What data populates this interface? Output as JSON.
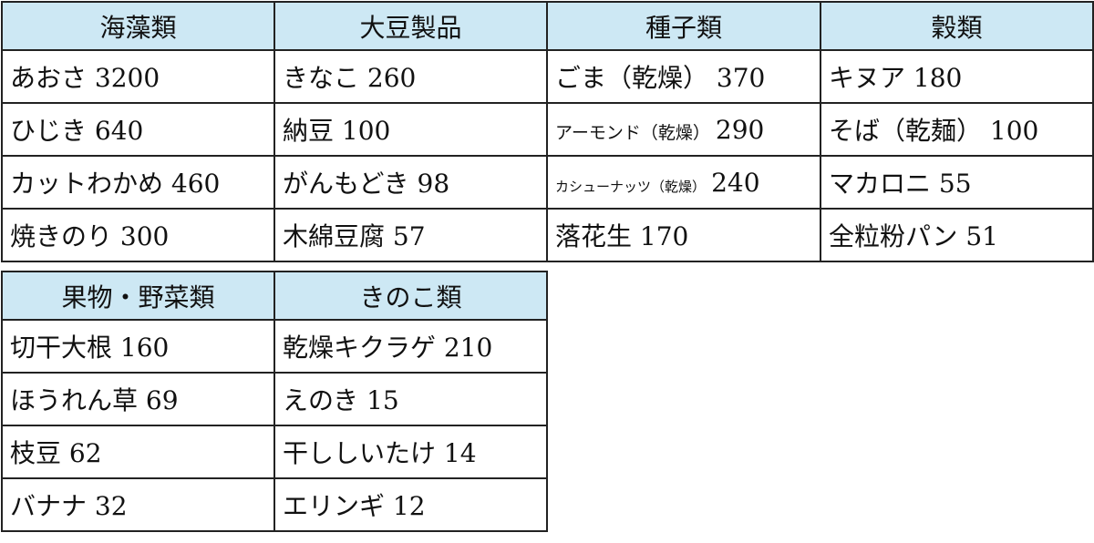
{
  "top_table": {
    "headers": [
      "海藻類",
      "大豆製品",
      "種子類",
      "穀類"
    ],
    "rows": [
      [
        {
          "name": "あおさ",
          "value": "3200"
        },
        {
          "name": "きなこ",
          "value": "260"
        },
        {
          "name": "ごま（乾燥）",
          "value": "370"
        },
        {
          "name": "キヌア",
          "value": "180"
        }
      ],
      [
        {
          "name": "ひじき",
          "value": "640"
        },
        {
          "name": "納豆",
          "value": "100"
        },
        {
          "name": "アーモンド（乾燥）",
          "value": "290"
        },
        {
          "name": "そば（乾麺）",
          "value": "100"
        }
      ],
      [
        {
          "name": "カットわかめ",
          "value": "460"
        },
        {
          "name": "がんもどき",
          "value": "98"
        },
        {
          "name": "カシューナッツ（乾燥）",
          "value": "240"
        },
        {
          "name": "マカロニ",
          "value": "55"
        }
      ],
      [
        {
          "name": "焼きのり",
          "value": "300"
        },
        {
          "name": "木綿豆腐",
          "value": "57"
        },
        {
          "name": "落花生",
          "value": "170"
        },
        {
          "name": "全粒粉パン",
          "value": "51"
        }
      ]
    ]
  },
  "bottom_table": {
    "headers": [
      "果物・野菜類",
      "きのこ類"
    ],
    "rows": [
      [
        {
          "name": "切干大根",
          "value": "160"
        },
        {
          "name": "乾燥キクラゲ",
          "value": "210"
        }
      ],
      [
        {
          "name": "ほうれん草",
          "value": "69"
        },
        {
          "name": "えのき",
          "value": "15"
        }
      ],
      [
        {
          "name": "枝豆",
          "value": "62"
        },
        {
          "name": "干ししいたけ",
          "value": "14"
        }
      ],
      [
        {
          "name": "バナナ",
          "value": "32"
        },
        {
          "name": "エリンギ",
          "value": "12"
        }
      ]
    ]
  },
  "colors": {
    "header_bg": "#cde8f4",
    "border": "#222222",
    "text": "#111111"
  }
}
